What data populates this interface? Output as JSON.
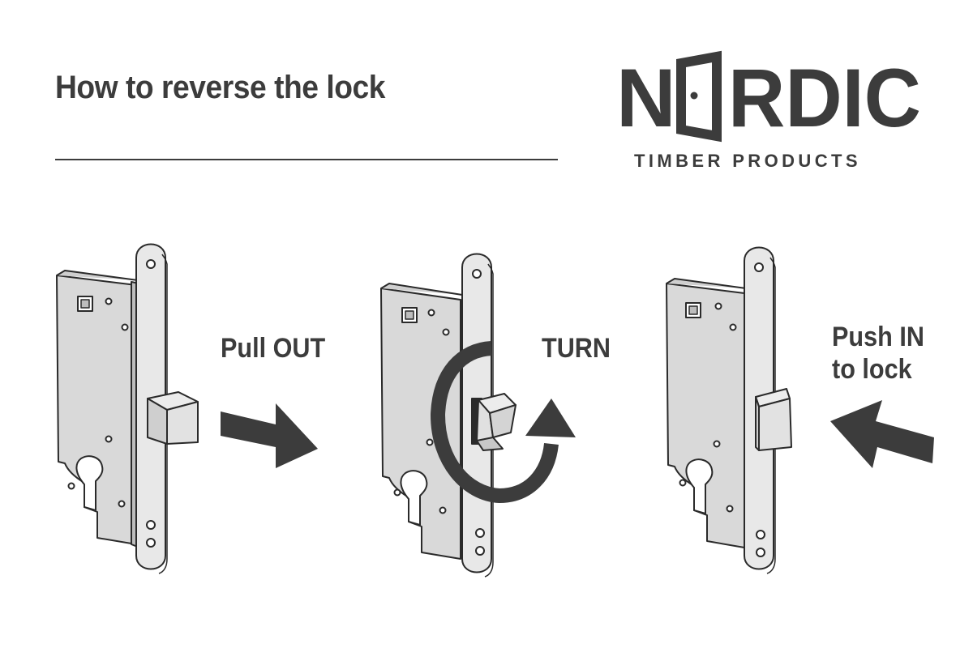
{
  "header": {
    "title": "How to reverse the lock"
  },
  "logo": {
    "wordmark_left": "N",
    "wordmark_right": "RDIC",
    "subtitle": "TIMBER PRODUCTS"
  },
  "steps": [
    {
      "label_line1": "Pull OUT",
      "label_line2": ""
    },
    {
      "label_line1": "TURN",
      "label_line2": ""
    },
    {
      "label_line1": "Push IN",
      "label_line2": "to lock"
    }
  ],
  "colors": {
    "text": "#3c3c3c",
    "arrow": "#3c3c3c",
    "line": "#2a2a2a",
    "lock_body": "#d7d7d7",
    "faceplate": "#e6e6e6",
    "latch": "#e3e3e3"
  },
  "icons": [
    "door-icon",
    "arrow-right-icon",
    "rotate-arrow-icon",
    "arrow-left-icon"
  ]
}
